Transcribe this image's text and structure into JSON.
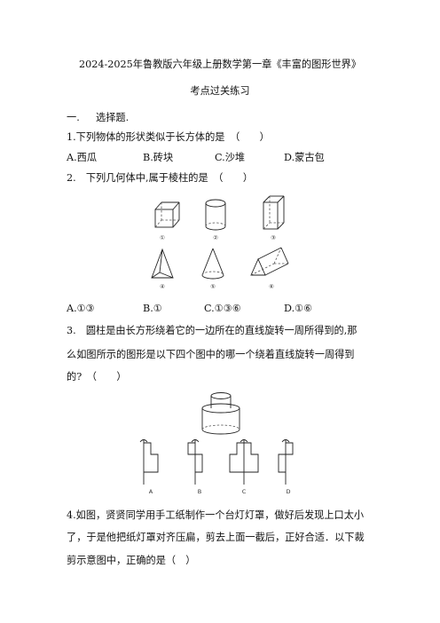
{
  "header": {
    "title": "2024-2025年鲁教版六年级上册数学第一章《丰富的图形世界》",
    "subtitle": "考点过关练习"
  },
  "section": {
    "number": "一.",
    "name": "选择题."
  },
  "q1": {
    "stem": "1.下列物体的形状类似于长方体的是　（　　）",
    "options": [
      "A.西瓜",
      "B.砖块",
      "C.沙堆",
      "D.蒙古包"
    ]
  },
  "q2": {
    "stem": "2.　下列几何体中,属于棱柱的是　（　　）",
    "figure_labels": [
      "①",
      "②",
      "③",
      "④",
      "⑤",
      "⑥"
    ],
    "options": [
      "A.①③",
      "B.①",
      "C.①③⑥",
      "D.①⑥"
    ]
  },
  "q3": {
    "stem_lines": [
      "3.　圆柱是由长方形绕着它的一边所在的直线旋转一周所得到的,那",
      "么如图所示的图形是以下四个图中的哪一个绕着直线旋转一周得到",
      "的?　（　　）"
    ],
    "figure_labels": [
      "A",
      "B",
      "C",
      "D"
    ]
  },
  "q4": {
    "stem_lines": [
      "4.如图，贤贤同学用手工纸制作一个台灯灯罩，做好后发现上口太小",
      "了，于是他把纸灯罩对齐压扁，剪去上面一截后，正好合适．以下裁",
      "剪示意图中，正确的是（　）"
    ]
  }
}
